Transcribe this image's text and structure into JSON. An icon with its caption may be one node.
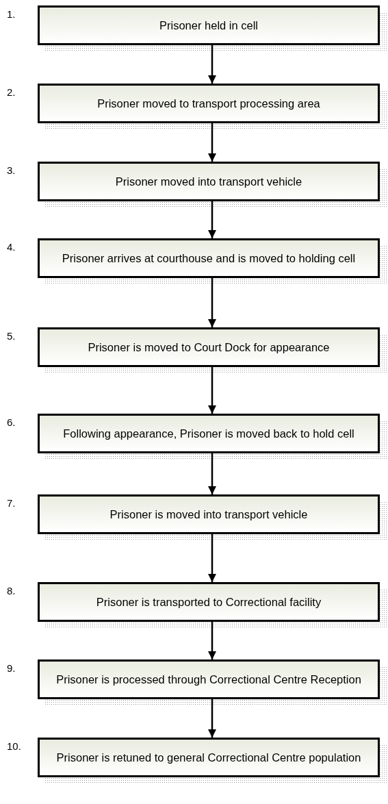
{
  "diagram": {
    "nodes": [
      {
        "text": [
          "Prisoner held in cell"
        ],
        "beside": [
          "1."
        ]
      },
      {
        "text": [
          "Prisoner moved to transport processing area"
        ],
        "beside": [
          "2."
        ]
      },
      {
        "text": [
          "Prisoner moved into transport vehicle"
        ],
        "beside": [
          "3."
        ]
      },
      {
        "text": [
          "Prisoner arrives at courthouse and is moved to holding cell"
        ],
        "beside": [
          "4."
        ]
      },
      {
        "text": [
          "Prisoner is moved to Court Dock for appearance"
        ],
        "beside": [
          "5."
        ]
      },
      {
        "text": [
          "Following appearance, Prisoner is moved back to hold cell"
        ],
        "beside": [
          "6."
        ]
      },
      {
        "text": [
          "Prisoner is moved into transport vehicle"
        ],
        "beside": [
          "7."
        ]
      },
      {
        "text": [
          "Prisoner is transported to Correctional facility"
        ],
        "beside": [
          "8."
        ]
      },
      {
        "text": [
          "Prisoner is processed through Correctional Centre Reception"
        ],
        "beside": [
          "9."
        ]
      },
      {
        "text": [
          "Prisoner is retuned to general Correctional Centre population"
        ],
        "beside": [
          "10."
        ]
      }
    ],
    "edges": [
      {
        "from": 0,
        "to": 1,
        "arrow": "to"
      },
      {
        "from": 1,
        "to": 2,
        "arrow": "to"
      },
      {
        "from": 2,
        "to": 3,
        "arrow": "to"
      },
      {
        "from": 3,
        "to": 4,
        "arrow": "to"
      },
      {
        "from": 4,
        "to": 5,
        "arrow": "to"
      },
      {
        "from": 5,
        "to": 6,
        "arrow": "to"
      },
      {
        "from": 6,
        "to": 7,
        "arrow": "to"
      },
      {
        "from": 7,
        "to": 8,
        "arrow": "to"
      },
      {
        "from": 8,
        "to": 9,
        "arrow": "to"
      }
    ]
  }
}
